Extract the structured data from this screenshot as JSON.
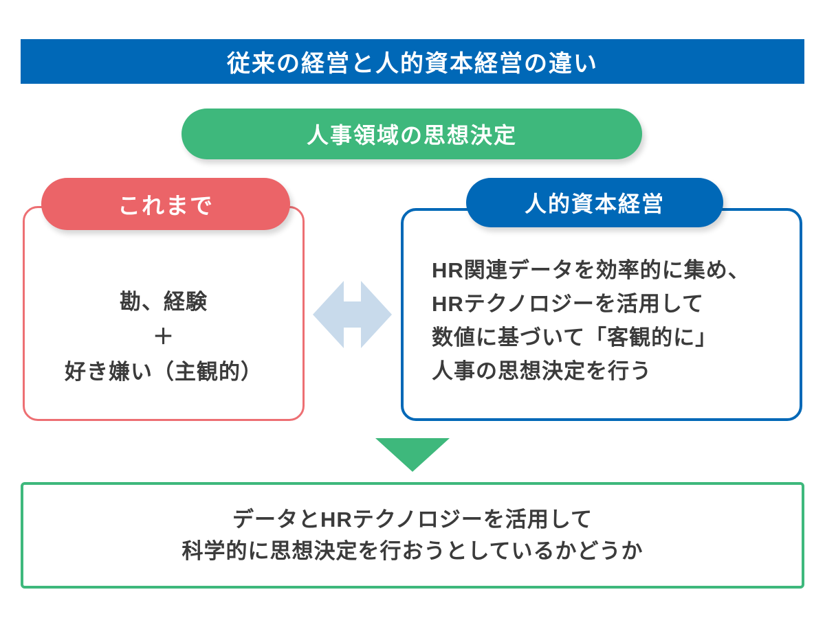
{
  "banner": {
    "title": "従来の経営と人的資本経営の違い",
    "bg_color": "#0068B7",
    "text_color": "#FFFFFF"
  },
  "top_pill": {
    "label": "人事領域の思想決定",
    "bg_color": "#3EB87C"
  },
  "left_box": {
    "header": "これまで",
    "accent_color": "#EB6468",
    "lines": [
      "勘、経験",
      "＋",
      "好き嫌い（主観的）"
    ]
  },
  "right_box": {
    "header": "人的資本経営",
    "accent_color": "#0068B7",
    "lines": [
      "HR関連データを効率的に集め、",
      "HRテクノロジーを活用して",
      "数値に基づいて「客観的に」",
      "人事の思想決定を行う"
    ]
  },
  "arrows": {
    "horizontal_arrow_color": "#C8DAEB",
    "down_arrow_color": "#3EB87C"
  },
  "bottom_box": {
    "accent_color": "#3EB87C",
    "lines": [
      "データとHRテクノロジーを活用して",
      "科学的に思想決定を行おうとしているかどうか"
    ]
  },
  "text_color": "#3B3B3B"
}
